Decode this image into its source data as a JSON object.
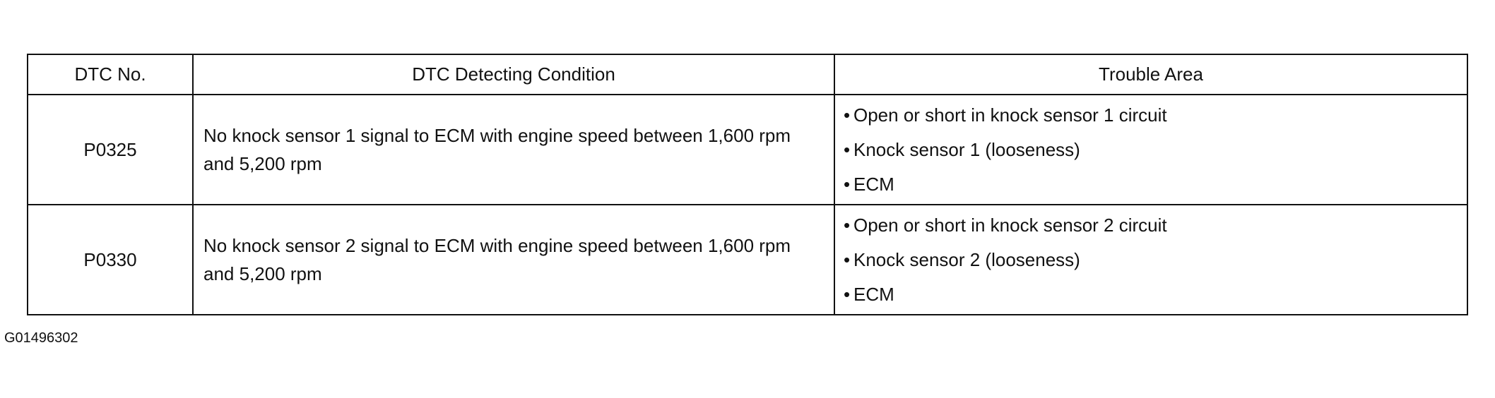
{
  "table": {
    "headers": {
      "code": "DTC No.",
      "condition": "DTC Detecting Condition",
      "area": "Trouble Area"
    },
    "rows": [
      {
        "code": "P0325",
        "condition": "No knock sensor 1 signal to ECM with engine speed between 1,600 rpm and 5,200 rpm",
        "areas": [
          "Open or short in knock sensor 1 circuit",
          "Knock sensor 1 (looseness)",
          "ECM"
        ]
      },
      {
        "code": "P0330",
        "condition": "No knock sensor 2 signal to ECM with engine speed between 1,600 rpm and 5,200 rpm",
        "areas": [
          "Open or short in knock sensor 2 circuit",
          "Knock sensor 2 (looseness)",
          "ECM"
        ]
      }
    ]
  },
  "bullet_glyph": "•",
  "figure_id": "G01496302"
}
